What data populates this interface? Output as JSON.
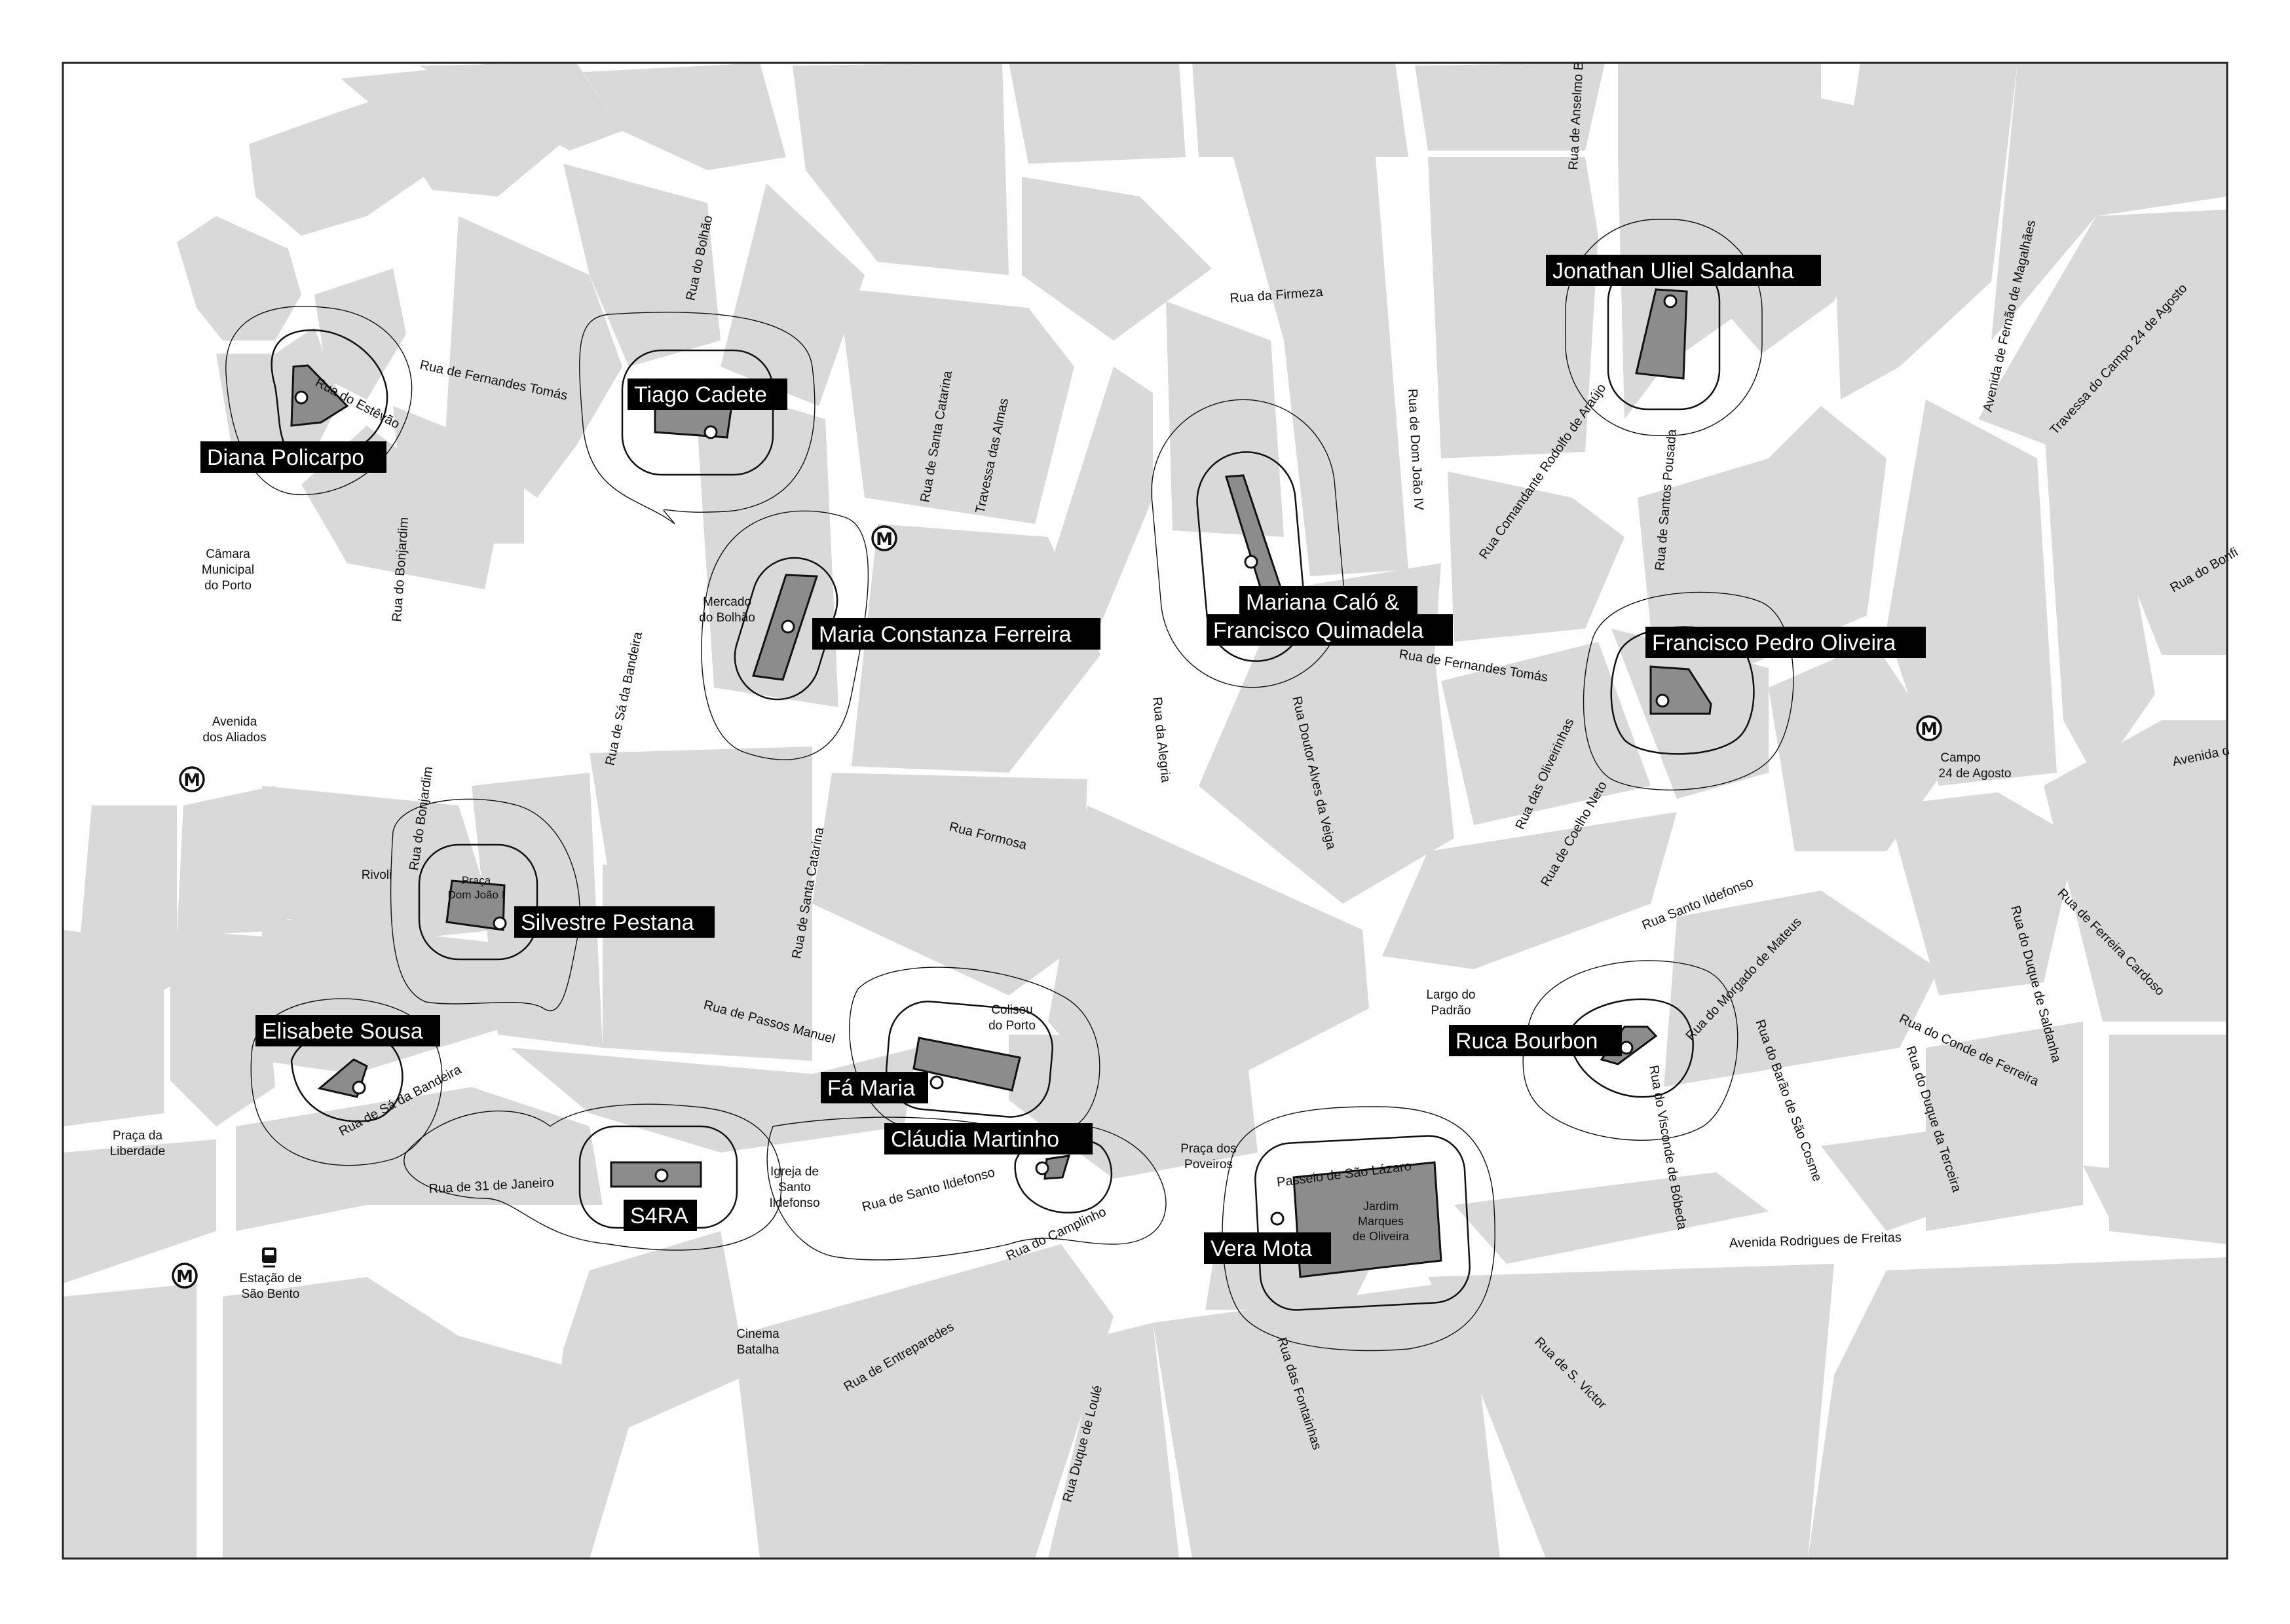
{
  "map": {
    "artists": [
      {
        "id": "diana",
        "name": "Diana Policarpo"
      },
      {
        "id": "tiago",
        "name": "Tiago Cadete"
      },
      {
        "id": "maria-constanza",
        "name": "Maria Constanza Ferreira"
      },
      {
        "id": "mariana-1",
        "name": "Mariana Caló &"
      },
      {
        "id": "mariana-2",
        "name": "Francisco Quimadela"
      },
      {
        "id": "jonathan",
        "name": "Jonathan Uliel Saldanha"
      },
      {
        "id": "francisco-pedro",
        "name": "Francisco Pedro Oliveira"
      },
      {
        "id": "silvestre",
        "name": "Silvestre Pestana"
      },
      {
        "id": "elisabete",
        "name": "Elisabete Sousa"
      },
      {
        "id": "s4ra",
        "name": "S4RA"
      },
      {
        "id": "fa-maria",
        "name": "Fá Maria"
      },
      {
        "id": "claudia",
        "name": "Cláudia Martinho"
      },
      {
        "id": "ruca",
        "name": "Ruca Bourbon"
      },
      {
        "id": "vera",
        "name": "Vera Mota"
      }
    ],
    "streets": {
      "fernandes_tomas_w": "Rua de Fernandes Tomás",
      "fernandes_tomas_e": "Rua de Fernandes Tomás",
      "estevao": "Rua do Estêvão",
      "bonjardim_n": "Rua do Bonjardim",
      "bonjardim_s": "Rua do Bonjardim",
      "bolhao": "Rua do Bolhão",
      "sa_bandeira_n": "Rua de Sá da Bandeira",
      "sa_bandeira_s": "Rua de Sá da Bandeira",
      "santa_catarina_n": "Rua de Santa Catarina",
      "santa_catarina_s": "Rua de Santa Catarina",
      "travessa_almas": "Travessa das Almas",
      "firmeza": "Rua da Firmeza",
      "anselmo": "Rua de Anselmo B",
      "dom_joao_iv": "Rua de Dom João IV",
      "comandante": "Rua Comandante Rodolfo de Araújo",
      "santos_pousada": "Rua de Santos Pousada",
      "fernao_magalhaes": "Avenida de Fernão de Magalhães",
      "travessa_campo": "Travessa do Campo 24 de Agosto",
      "bonfim": "Rua do Bonfi",
      "alegria": "Rua da Alegria",
      "alves_veiga": "Rua Doutor Alves da Veiga",
      "oliveirinhas": "Rua das Oliveirinhas",
      "coelho_neto": "Rua de Coelho Neto",
      "formosa": "Rua Formosa",
      "santo_ildefonso_e": "Rua Santo Ildefonso",
      "passos_manuel": "Rua de Passos Manuel",
      "morgado": "Rua do Morgado de Mateus",
      "duque_saldanha": "Rua do Duque de Saldanha",
      "ferreira_cardoso": "Rua de Ferreira Cardoso",
      "conde_ferreira": "Rua do Conde de Ferreira",
      "barao_sao_cosme": "Rua do Barão de São Cosme",
      "duque_terceira": "Rua do Duque da Terceira",
      "visconde": "Rua do Visconde de Bóbeda",
      "avenida_e": "Avenida d",
      "trinta_um": "Rua de 31 de Janeiro",
      "santo_ildefonso_w": "Rua de Santo Ildefonso",
      "camplinho": "Rua do Camplinho",
      "passeio": "Passeio de São Lázaro",
      "rodrigues_freitas": "Avenida Rodrigues de Freitas",
      "entreparedes": "Rua de Entreparedes",
      "duque_loule": "Rua Duque de Loulé",
      "fontainhas": "Rua das Fontainhas",
      "s_victor": "Rua de S. Victor"
    },
    "places": {
      "camara": [
        "Câmara",
        "Municipal",
        "do Porto"
      ],
      "aliados": [
        "Avenida",
        "dos Aliados"
      ],
      "mercado": [
        "Mercado",
        "do Bolhão"
      ],
      "rivoli": [
        "Rivoli"
      ],
      "praca_dj": [
        "Praça",
        "Dom João I"
      ],
      "coliseu": [
        "Coliseu",
        "do Porto"
      ],
      "largo": [
        "Largo do",
        "Padrão"
      ],
      "pr_poveiros": [
        "Praça dos",
        "Poveiros"
      ],
      "jardim": [
        "Jardim",
        "Marques",
        "de Oliveira"
      ],
      "igreja": [
        "Igreja de",
        "Santo",
        "Ildefonso"
      ],
      "pr_liberdade": [
        "Praça da",
        "Liberdade"
      ],
      "sao_bento": [
        "Estação de",
        "São Bento"
      ],
      "cinema": [
        "Cinema",
        "Batalha"
      ],
      "campo": [
        "Campo",
        "24 de Agosto"
      ]
    },
    "metro_symbol": "M",
    "train_symbol": "🚆",
    "colors": {
      "block": "#d9d9d9",
      "building": "#8c8c8c",
      "label_bg": "#000000",
      "street": "#ffffff"
    }
  }
}
